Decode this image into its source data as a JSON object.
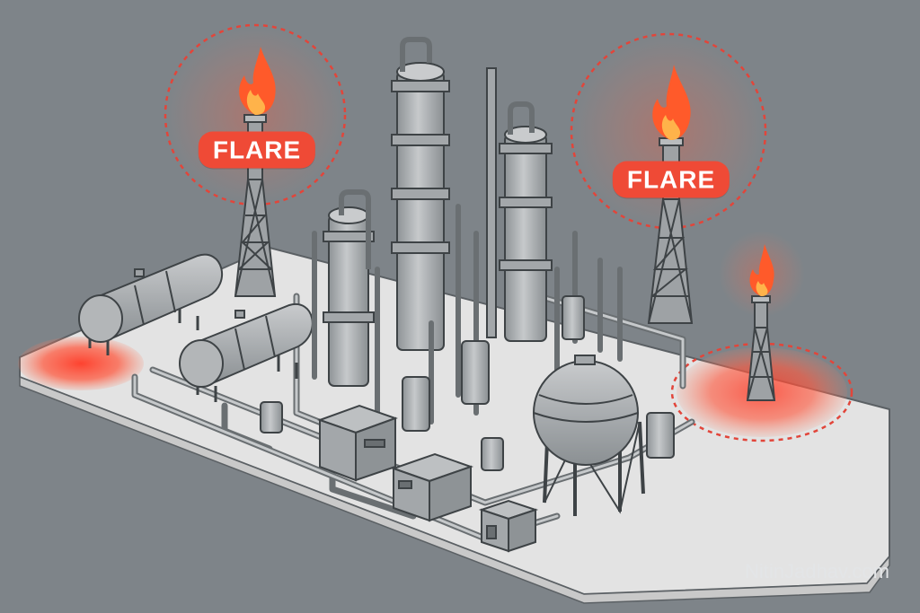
{
  "flares": [
    {
      "label": "FLARE"
    },
    {
      "label": "FLARE"
    }
  ],
  "watermark": "NitinJadhav.com",
  "colors": {
    "background": "#7e8489",
    "ground_pad": "#e2e2e2",
    "equipment": "#a9acae",
    "outline": "#3e4346",
    "flare_red": "#ef4a36",
    "flame_orange": "#ff7a2e",
    "flame_yellow": "#ffd36a"
  }
}
